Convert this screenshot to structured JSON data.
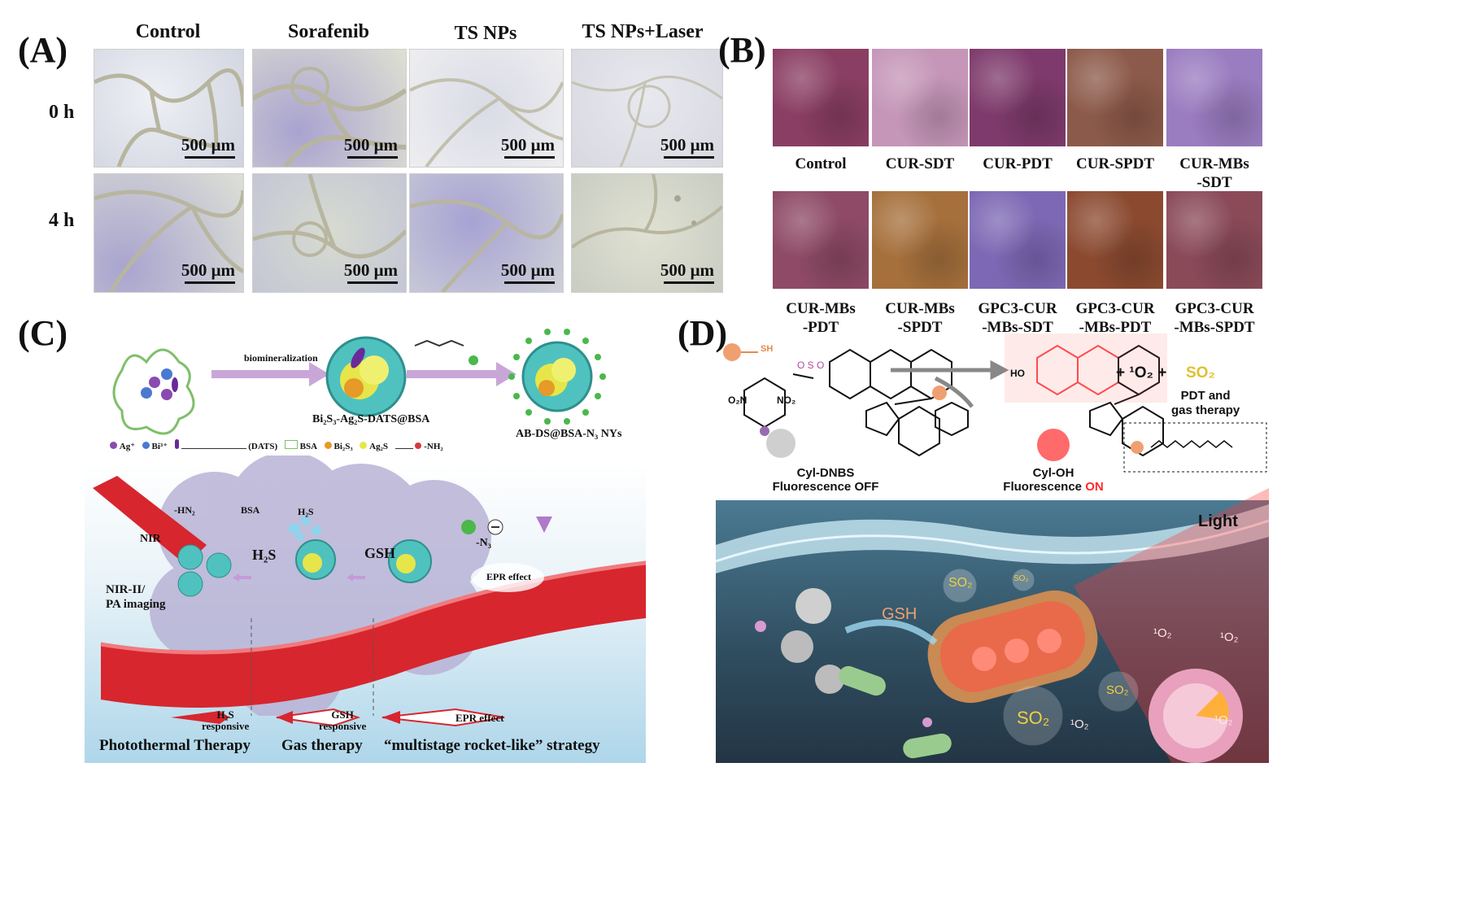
{
  "panel_a": {
    "letter": "(A)",
    "columns": [
      "Control",
      "Sorafenib",
      "TS NPs",
      "TS NPs+Laser"
    ],
    "rows": [
      "0 h",
      "4 h"
    ],
    "scale_label": "500 μm"
  },
  "panel_b": {
    "letter": "(B)",
    "row1_labels": [
      [
        "Control",
        ""
      ],
      [
        "CUR-SDT",
        ""
      ],
      [
        "CUR-PDT",
        ""
      ],
      [
        "CUR-SPDT",
        ""
      ],
      [
        "CUR-MBs",
        "-SDT"
      ]
    ],
    "row2_labels": [
      [
        "CUR-MBs",
        "-PDT"
      ],
      [
        "CUR-MBs",
        "-SPDT"
      ],
      [
        "GPC3-CUR",
        "-MBs-SDT"
      ],
      [
        "GPC3-CUR",
        "-MBs-PDT"
      ],
      [
        "GPC3-CUR",
        "-MBs-SPDT"
      ]
    ],
    "row1_colors": [
      "#8a3e63",
      "#c596b8",
      "#7e3a6c",
      "#8c5a4a",
      "#9a7cc0"
    ],
    "row2_colors": [
      "#8e4a66",
      "#a6703c",
      "#7c68b4",
      "#8b4a30",
      "#8a4a58"
    ]
  },
  "panel_c": {
    "letter": "(C)",
    "biomineralization": "biomineralization",
    "intermediate": "Bi₂S₃-Ag₂S-DATS@BSA",
    "final": "AB-DS@BSA-N₃ NYs",
    "legend": [
      "Ag⁺",
      "Bi³⁺",
      "(DATS)",
      "BSA",
      "Bi₂S₃",
      "Ag₂S",
      "-NH₂"
    ],
    "nir": "NIR",
    "hn2": "-HN₂",
    "bsa": "BSA",
    "h2s_bubbles": "H₂S",
    "n3": "-N₃",
    "arrow_h2s": "H₂S",
    "arrow_gsh": "GSH",
    "epr": "EPR effect",
    "imaging": [
      "NIR-II/",
      "PA imaging"
    ],
    "rocket_labels": [
      [
        "H₂S",
        "responsive"
      ],
      [
        "GSH",
        "responsive"
      ],
      [
        "EPR effect",
        ""
      ]
    ],
    "bottom": [
      "Photothermal Therapy",
      "Gas therapy",
      "“multistage rocket-like” strategy"
    ]
  },
  "panel_d": {
    "letter": "(D)",
    "sh": "SH",
    "ho": "HO",
    "no2": "NO₂",
    "o2n": "O₂N",
    "products": "+ ¹O₂ +",
    "so2": "SO₂",
    "pdt_line1": "PDT and",
    "pdt_line2": "gas therapy",
    "probe_name": "Cyl-DNBS",
    "probe_state": "Fluorescence OFF",
    "product_name": "Cyl-OH",
    "product_state_prefix": "Fluorescence",
    "product_state_on": "ON",
    "light": "Light",
    "gsh": "GSH",
    "singlet_o2": "¹O₂",
    "scene_so2": "SO₂"
  }
}
